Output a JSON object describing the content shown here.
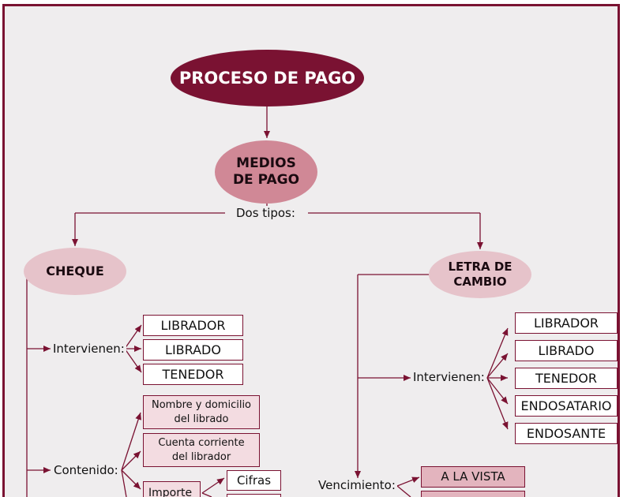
{
  "colors": {
    "frame": "#7a1232",
    "background": "#efedee",
    "accent_light": "#e6c3ca",
    "accent_mid": "#d08896"
  },
  "root": "PROCESO DE PAGO",
  "medios": {
    "line1": "MEDIOS",
    "line2": "DE PAGO"
  },
  "dos_tipos": "Dos tipos:",
  "cheque": {
    "title": "CHEQUE",
    "intervienen_label": "Intervienen:",
    "intervienen": [
      "LIBRADOR",
      "LIBRADO",
      "TENEDOR"
    ],
    "contenido_label": "Contenido:",
    "contenido": [
      {
        "line1": "Nombre y domicilio",
        "line2": "del librado"
      },
      {
        "line1": "Cuenta corriente",
        "line2": "del librador"
      }
    ],
    "importe": "Importe",
    "importe_items": [
      "Cifras"
    ]
  },
  "letra": {
    "title_line1": "LETRA DE",
    "title_line2": "CAMBIO",
    "intervienen_label": "Intervienen:",
    "intervienen": [
      "LIBRADOR",
      "LIBRADO",
      "TENEDOR",
      "ENDOSATARIO",
      "ENDOSANTE"
    ],
    "vencimiento_label": "Vencimiento:",
    "vencimiento": [
      "A LA VISTA"
    ]
  }
}
